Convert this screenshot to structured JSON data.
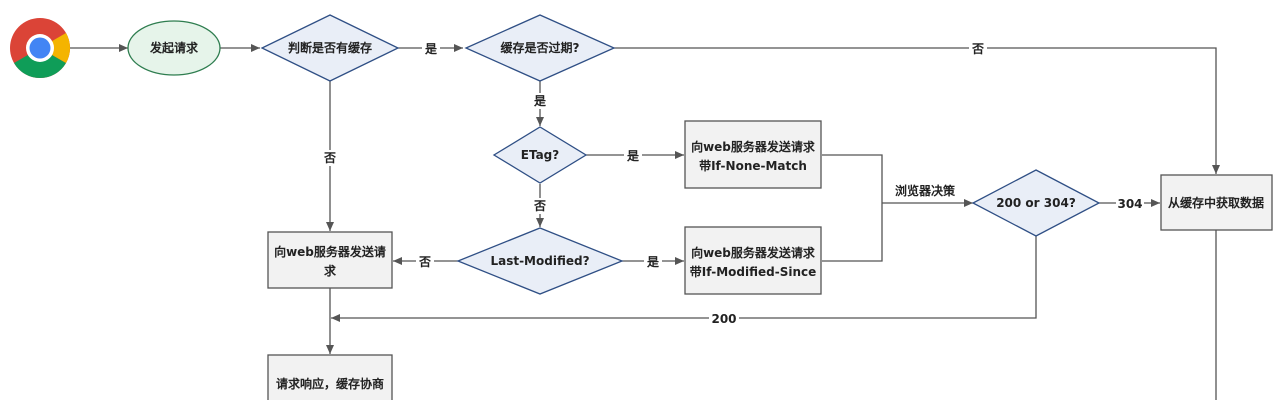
{
  "colors": {
    "rect_fill": "#f2f2f2",
    "rect_stroke": "#555555",
    "diamond_fill": "#e9eef7",
    "diamond_stroke": "#2f4f85",
    "ellipse_fill": "#e6f4ea",
    "ellipse_stroke": "#2e7d4f",
    "line": "#555555",
    "chrome_red": "#db4437",
    "chrome_yellow": "#f4b400",
    "chrome_green": "#0f9d58",
    "chrome_blue": "#4285f4"
  },
  "icons": {
    "browser": "chrome-logo-icon"
  },
  "nodes": {
    "start": "发起请求",
    "check_cache": "判断是否有缓存",
    "cache_expired": "缓存是否过期?",
    "etag": "ETag?",
    "last_modified": "Last-Modified?",
    "send_inm_line1": "向web服务器发送请求",
    "send_inm_line2": "带If-None-Match",
    "send_ims_line1": "向web服务器发送请求",
    "send_ims_line2": "带If-Modified-Since",
    "send_plain_line1": "向web服务器发送请",
    "send_plain_line2": "求",
    "status_check": "200 or 304?",
    "from_cache": "从缓存中获取数据",
    "response": "请求响应，缓存协商"
  },
  "edges": {
    "check_cache_yes": "是",
    "check_cache_no": "否",
    "expired_no": "否",
    "expired_yes": "是",
    "etag_yes": "是",
    "etag_no": "否",
    "lastmod_yes": "是",
    "lastmod_no": "否",
    "browser_decision": "浏览器决策",
    "status_304": "304",
    "status_200": "200"
  }
}
